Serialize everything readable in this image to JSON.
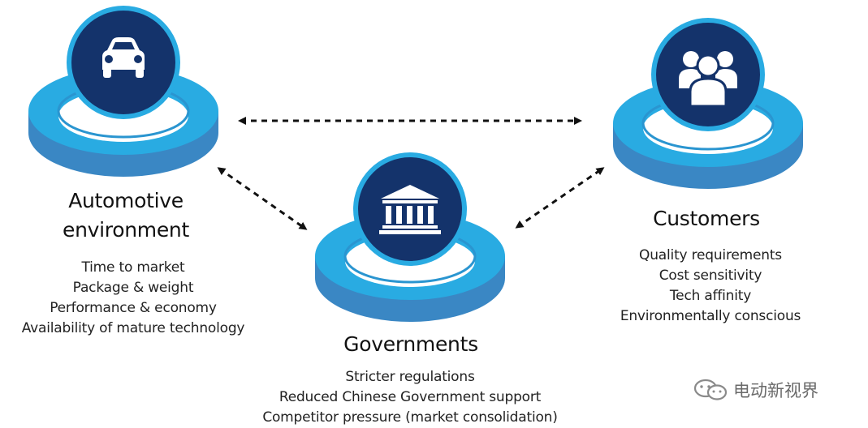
{
  "nodes": {
    "automotive": {
      "title_line1": "Automotive",
      "title_line2": "environment",
      "icon": "car-icon",
      "items": [
        "Time to market",
        "Package  & weight",
        "Performance &  economy",
        "Availability of mature technology"
      ]
    },
    "governments": {
      "title": "Governments",
      "icon": "government-building-icon",
      "items": [
        "Stricter regulations",
        "Reduced Chinese Government support",
        "Competitor pressure (market consolidation)"
      ]
    },
    "customers": {
      "title": "Customers",
      "icon": "people-group-icon",
      "items": [
        "Quality requirements",
        "Cost sensitivity",
        "Tech affinity",
        "Environmentally conscious"
      ]
    }
  },
  "colors": {
    "ring_top": "#29abe2",
    "ring_side": "#3a87c4",
    "circle_fill": "#14336b",
    "circle_border": "#29abe2",
    "arrow": "#111111"
  },
  "watermark": {
    "text": "电动新视界",
    "icon": "wechat-icon"
  }
}
